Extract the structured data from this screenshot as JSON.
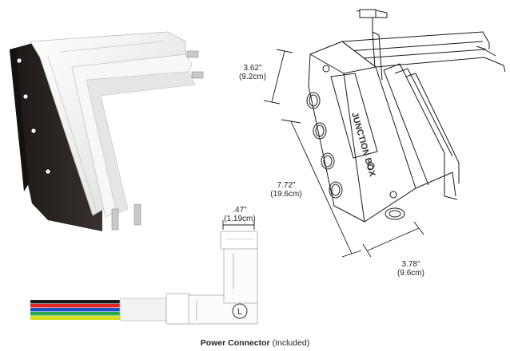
{
  "dimensions": {
    "depth": {
      "imperial": "3.62\"",
      "metric": "(9.2cm)"
    },
    "length": {
      "imperial": "7.72\"",
      "metric": "(19.6cm)"
    },
    "width": {
      "imperial": "3.78\"",
      "metric": "(9.6cm)"
    },
    "connector_width": {
      "imperial": ".47\"",
      "metric": "(1.19cm)"
    }
  },
  "box_label": "JUNCTION BOX",
  "connector_mark": "L",
  "caption": {
    "title": "Power Connector",
    "note": "(Included)"
  },
  "colors": {
    "frame_white": "#eef0ef",
    "housing_dark": "#2a2422",
    "wire_red": "#e02424",
    "wire_blue": "#1f4fc8",
    "wire_green": "#2aa84a",
    "wire_black": "#1a1a1a",
    "wire_yellow": "#d9e021"
  }
}
